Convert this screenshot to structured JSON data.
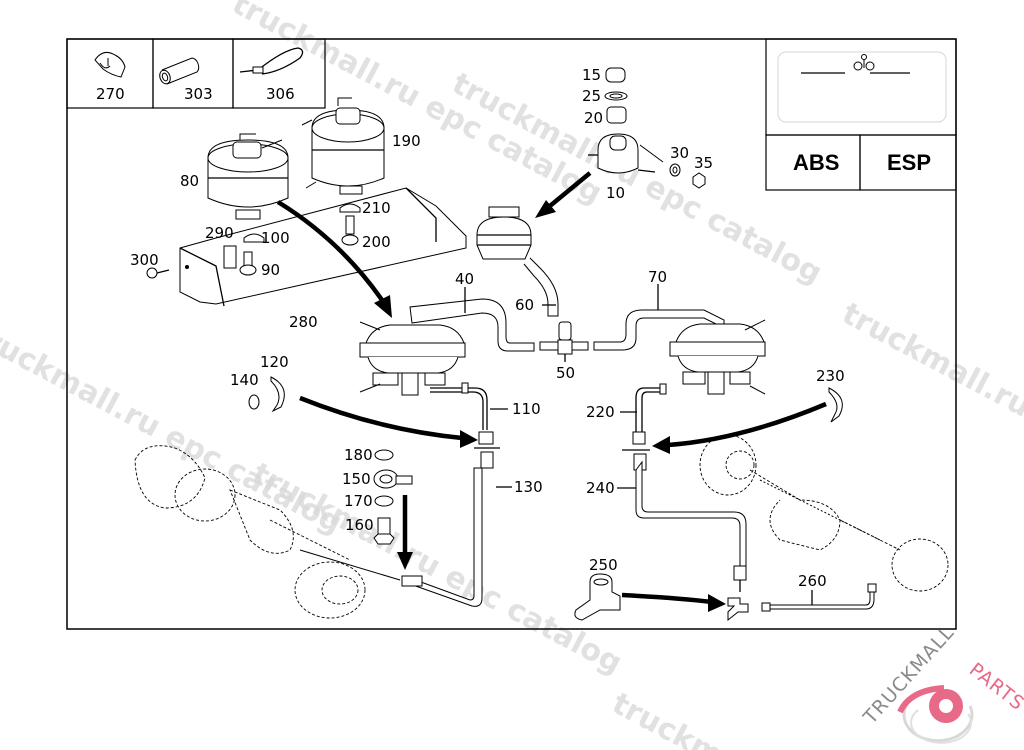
{
  "diagram": {
    "title_icons": [
      {
        "id": "270",
        "name": "clip"
      },
      {
        "id": "303",
        "name": "hose-sleeve"
      },
      {
        "id": "306",
        "name": "cable-tie"
      }
    ],
    "badges": {
      "abs": "ABS",
      "esp": "ESP"
    },
    "callouts": {
      "c15": "15",
      "c25": "25",
      "c20": "20",
      "c10": "10",
      "c30": "30",
      "c35": "35",
      "c190": "190",
      "c80": "80",
      "c210": "210",
      "c200": "200",
      "c290": "290",
      "c100": "100",
      "c300": "300",
      "c90": "90",
      "c280": "280",
      "c40": "40",
      "c60": "60",
      "c70": "70",
      "c50": "50",
      "c120": "120",
      "c140": "140",
      "c110": "110",
      "c230": "230",
      "c220": "220",
      "c180": "180",
      "c150": "150",
      "c170": "170",
      "c160": "160",
      "c130": "130",
      "c240": "240",
      "c250": "250",
      "c260": "260"
    },
    "watermarks": [
      "truckmall.ru epc catalog",
      "truckmall.ru epc catalog",
      "truckmall.ru epc catalog",
      "truckmall.ru epc catalog"
    ],
    "logo": {
      "part1": "TRUCKMALL",
      "part2": "PARTS",
      "color_gray": "#8a8a8a",
      "color_pink": "#e86a88"
    }
  }
}
